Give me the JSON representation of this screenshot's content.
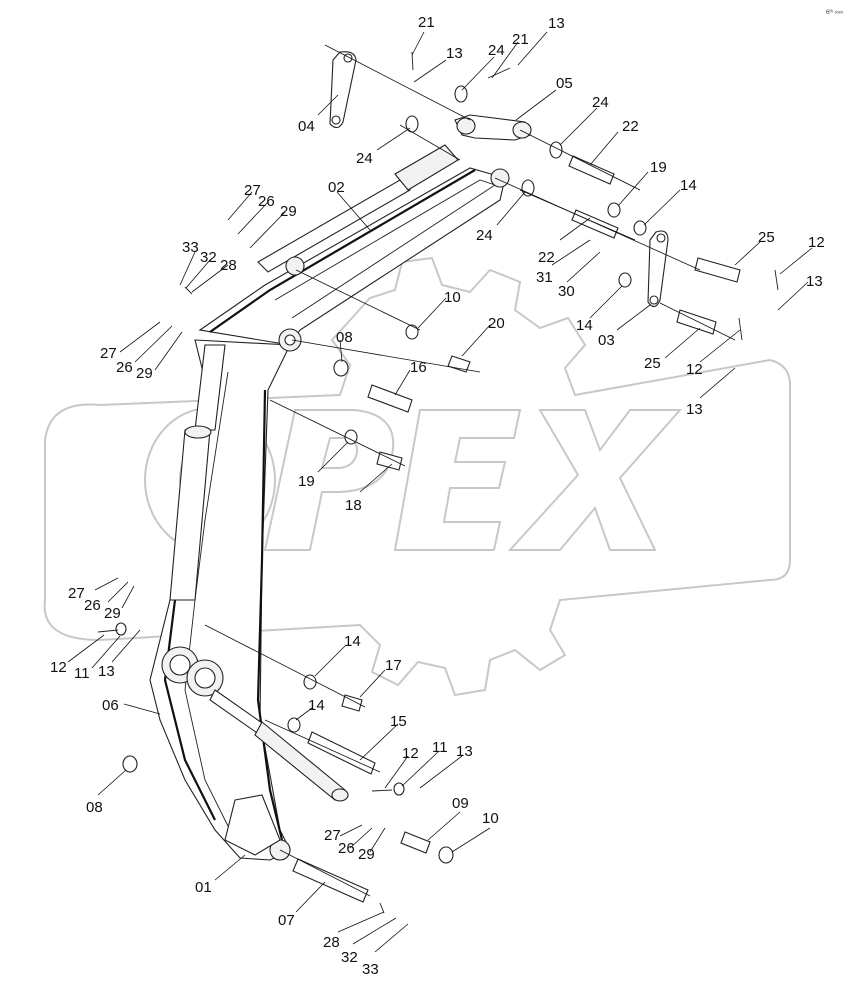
{
  "corner_mark": "6ᵗʰ ∞∞",
  "watermark": {
    "text": "OPEX",
    "color": "#c8c8c8"
  },
  "labels": {
    "p01": "01",
    "p02": "02",
    "p03": "03",
    "p04": "04",
    "p05": "05",
    "p06": "06",
    "p07": "07",
    "p08a": "08",
    "p08b": "08",
    "p09": "09",
    "p10a": "10",
    "p10b": "10",
    "p11a": "11",
    "p11b": "11",
    "p12a": "12",
    "p12b": "12",
    "p12c": "12",
    "p12d": "12",
    "p13a": "13",
    "p13b": "13",
    "p13c": "13",
    "p13d": "13",
    "p13e": "13",
    "p13f": "13",
    "p14a": "14",
    "p14b": "14",
    "p14c": "14",
    "p14d": "14",
    "p15": "15",
    "p16": "16",
    "p17": "17",
    "p18": "18",
    "p19a": "19",
    "p19b": "19",
    "p20": "20",
    "p21a": "21",
    "p21b": "21",
    "p22a": "22",
    "p22b": "22",
    "p24a": "24",
    "p24b": "24",
    "p24c": "24",
    "p24d": "24",
    "p25a": "25",
    "p25b": "25",
    "p26a": "26",
    "p26b": "26",
    "p26c": "26",
    "p26d": "26",
    "p27a": "27",
    "p27b": "27",
    "p27c": "27",
    "p27d": "27",
    "p28a": "28",
    "p28b": "28",
    "p29a": "29",
    "p29b": "29",
    "p29c": "29",
    "p29d": "29",
    "p30": "30",
    "p31": "31",
    "p32a": "32",
    "p32b": "32",
    "p33a": "33",
    "p33b": "33"
  }
}
